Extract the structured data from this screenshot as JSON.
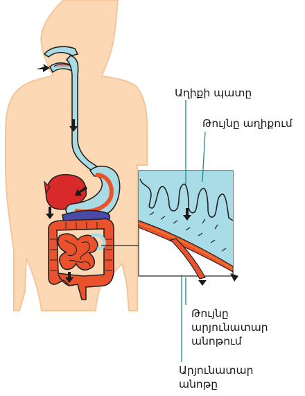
{
  "labels": {
    "intestine_wall": "Աղիքի պատը",
    "poison_in_intestine": "Թույնը աղիքում",
    "poison_in_vessel": [
      "Թույնը",
      "արյունատար",
      "անոթում"
    ],
    "blood_vessel": [
      "Արյունատար",
      "անոթը"
    ]
  },
  "colors": {
    "skin": "#fcd9b4",
    "skin_outline": "#f4c59a",
    "tract": "#a9dbe4",
    "intestine": "#e9522c",
    "liver": "#d8292b",
    "pancreas": "#4a4aa8",
    "inset_fill": "#a8dce6",
    "vessel_inner": "#f07a2a"
  }
}
